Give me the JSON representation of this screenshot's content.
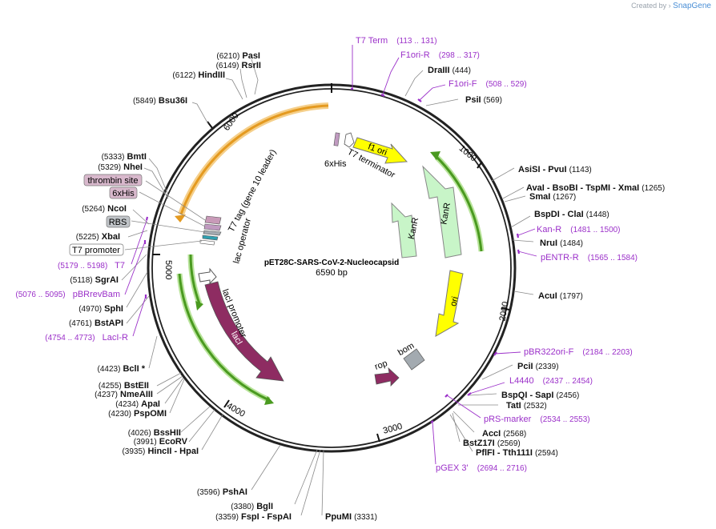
{
  "credit": {
    "prefix": "Created by",
    "brand": "SnapGene"
  },
  "center": {
    "name": "pET28C-SARS-CoV-2-Nucleocapsid",
    "size": "6590 bp"
  },
  "ticks": [
    "1000",
    "2000",
    "3000",
    "4000",
    "5000",
    "6000"
  ],
  "colors": {
    "primer": "#9b30c9",
    "ori": "#ffff00",
    "kanr": "#c8f5c8",
    "lacI": "#8e2c62",
    "rop": "#8e2c62",
    "orange": "#f0b030",
    "green": "#60b030"
  },
  "enzymes": [
    {
      "pos": "(6210)",
      "name": "PasI"
    },
    {
      "pos": "(6149)",
      "name": "RsrII"
    },
    {
      "pos": "(6122)",
      "name": "HindIII"
    },
    {
      "pos": "(5849)",
      "name": "Bsu36I"
    },
    {
      "pos": "(5333)",
      "name": "BmtI"
    },
    {
      "pos": "(5329)",
      "name": "NheI"
    },
    {
      "pos": "(5264)",
      "name": "NcoI"
    },
    {
      "pos": "(5225)",
      "name": "XbaI"
    },
    {
      "pos": "(5118)",
      "name": "SgrAI"
    },
    {
      "pos": "(4970)",
      "name": "SphI"
    },
    {
      "pos": "(4761)",
      "name": "BstAPI"
    },
    {
      "pos": "(4423)",
      "name": "BclI *"
    },
    {
      "pos": "(4255)",
      "name": "BstEII"
    },
    {
      "pos": "(4237)",
      "name": "NmeAIII"
    },
    {
      "pos": "(4234)",
      "name": "ApaI"
    },
    {
      "pos": "(4230)",
      "name": "PspOMI"
    },
    {
      "pos": "(4026)",
      "name": "BssHII"
    },
    {
      "pos": "(3991)",
      "name": "EcoRV"
    },
    {
      "pos": "(3935)",
      "name": "HincII  - HpaI"
    },
    {
      "pos": "(3596)",
      "name": "PshAI"
    },
    {
      "pos": "(3380)",
      "name": "BglI"
    },
    {
      "pos": "(3359)",
      "name": "FspI  - FspAI"
    },
    {
      "pos": "(3331)",
      "name": "PpuMI"
    },
    {
      "pos": "(444)",
      "name": "DraIII"
    },
    {
      "pos": "(569)",
      "name": "PsiI"
    },
    {
      "pos": "(1143)",
      "name": "AsiSI  - PvuI"
    },
    {
      "pos": "(1265)",
      "name": "AvaI  - BsoBI  - TspMI  - XmaI"
    },
    {
      "pos": "(1267)",
      "name": "SmaI"
    },
    {
      "pos": "(1448)",
      "name": "BspDI  - ClaI"
    },
    {
      "pos": "(1484)",
      "name": "NruI"
    },
    {
      "pos": "(1797)",
      "name": "AcuI"
    },
    {
      "pos": "(2339)",
      "name": "PciI"
    },
    {
      "pos": "(2456)",
      "name": "BspQI  - SapI"
    },
    {
      "pos": "(2532)",
      "name": "TatI"
    },
    {
      "pos": "(2568)",
      "name": "AccI"
    },
    {
      "pos": "(2569)",
      "name": "BstZ17I"
    },
    {
      "pos": "(2594)",
      "name": "PflFI  - Tth111I"
    }
  ],
  "primers": [
    {
      "name": "T7 Term",
      "range": "(113 .. 131)"
    },
    {
      "name": "F1ori-R",
      "range": "(298 .. 317)"
    },
    {
      "name": "F1ori-F",
      "range": "(508 .. 529)"
    },
    {
      "name": "Kan-R",
      "range": "(1481 .. 1500)"
    },
    {
      "name": "pENTR-R",
      "range": "(1565 .. 1584)"
    },
    {
      "name": "pBR322ori-F",
      "range": "(2184 .. 2203)"
    },
    {
      "name": "L4440",
      "range": "(2437 .. 2454)"
    },
    {
      "name": "pRS-marker",
      "range": "(2534 .. 2553)"
    },
    {
      "name": "pGEX 3'",
      "range": "(2694 .. 2716)"
    },
    {
      "name": "T7",
      "range": "(5179 .. 5198)"
    },
    {
      "name": "pBRrevBam",
      "range": "(5076 .. 5095)"
    },
    {
      "name": "LacI-R",
      "range": "(4754 .. 4773)"
    }
  ],
  "boxed": [
    {
      "name": "thrombin site"
    },
    {
      "name": "6xHis"
    },
    {
      "name": "RBS"
    },
    {
      "name": "T7 promoter"
    }
  ],
  "features": {
    "f1ori": "f1 ori",
    "kanr_outer": "KanR",
    "kanr_inner": "KanR",
    "ori": "ori",
    "rop": "rop",
    "bom": "bom",
    "lacI": "lacI",
    "lacI_promoter": "lacI promoter",
    "lac_operator": "lac operator",
    "t7tag": "T7 tag (gene 10 leader)",
    "t7terminator": "T7 terminator",
    "sixhis": "6xHis"
  }
}
